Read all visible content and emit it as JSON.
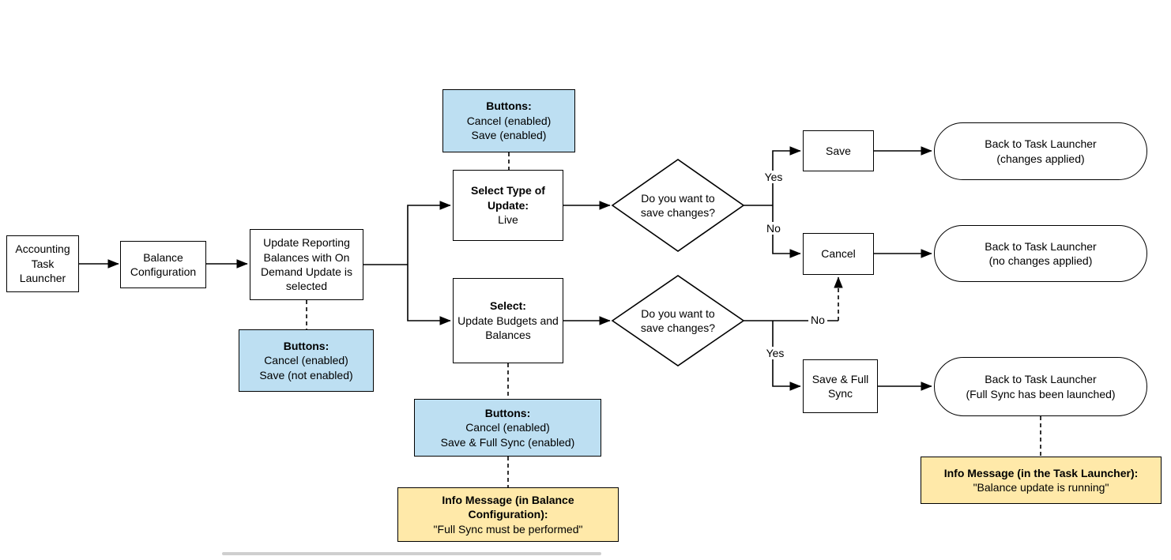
{
  "diagram": {
    "nodes": {
      "start": {
        "label": "Accounting Task Launcher"
      },
      "balance_configuration": {
        "label": "Balance Configuration"
      },
      "update_reporting": {
        "label": "Update Reporting Balances with On Demand Update is selected"
      },
      "buttons_note_initial": {
        "title": "Buttons:",
        "lines": [
          "Cancel (enabled)",
          "Save (not enabled)"
        ]
      },
      "buttons_note_live": {
        "title": "Buttons:",
        "lines": [
          "Cancel (enabled)",
          "Save (enabled)"
        ]
      },
      "buttons_note_full_sync": {
        "title": "Buttons:",
        "lines": [
          "Cancel (enabled)",
          "Save & Full Sync (enabled)"
        ]
      },
      "select_live": {
        "title": "Select Type of Update:",
        "body": "Live"
      },
      "select_budgets": {
        "title": "Select:",
        "body": "Update Budgets and Balances"
      },
      "decision_live": {
        "label": "Do you want to save changes?"
      },
      "decision_budgets": {
        "label": "Do you want to save changes?"
      },
      "save_action": {
        "label": "Save"
      },
      "cancel_action": {
        "label": "Cancel"
      },
      "save_full_sync_action": {
        "label": "Save & Full Sync"
      },
      "end_changes_applied": {
        "line1": "Back to Task Launcher",
        "line2": "(changes applied)"
      },
      "end_no_changes": {
        "line1": "Back to Task Launcher",
        "line2": "(no changes applied)"
      },
      "end_full_sync": {
        "line1": "Back to Task Launcher",
        "line2": "(Full Sync has been launched)"
      },
      "info_balance_configuration": {
        "title": "Info Message (in Balance Configuration):",
        "body": "\"Full Sync must be performed\""
      },
      "info_task_launcher": {
        "title": "Info Message (in the Task Launcher):",
        "body": "\"Balance update is running\""
      }
    },
    "edge_labels": {
      "yes_top": "Yes",
      "no_top": "No",
      "no_bottom": "No",
      "yes_bottom": "Yes"
    },
    "colors": {
      "note_blue": "#BDDFF2",
      "note_yellow": "#FFE9A9",
      "shape_fill": "#FFFFFF",
      "stroke": "#000000"
    }
  }
}
